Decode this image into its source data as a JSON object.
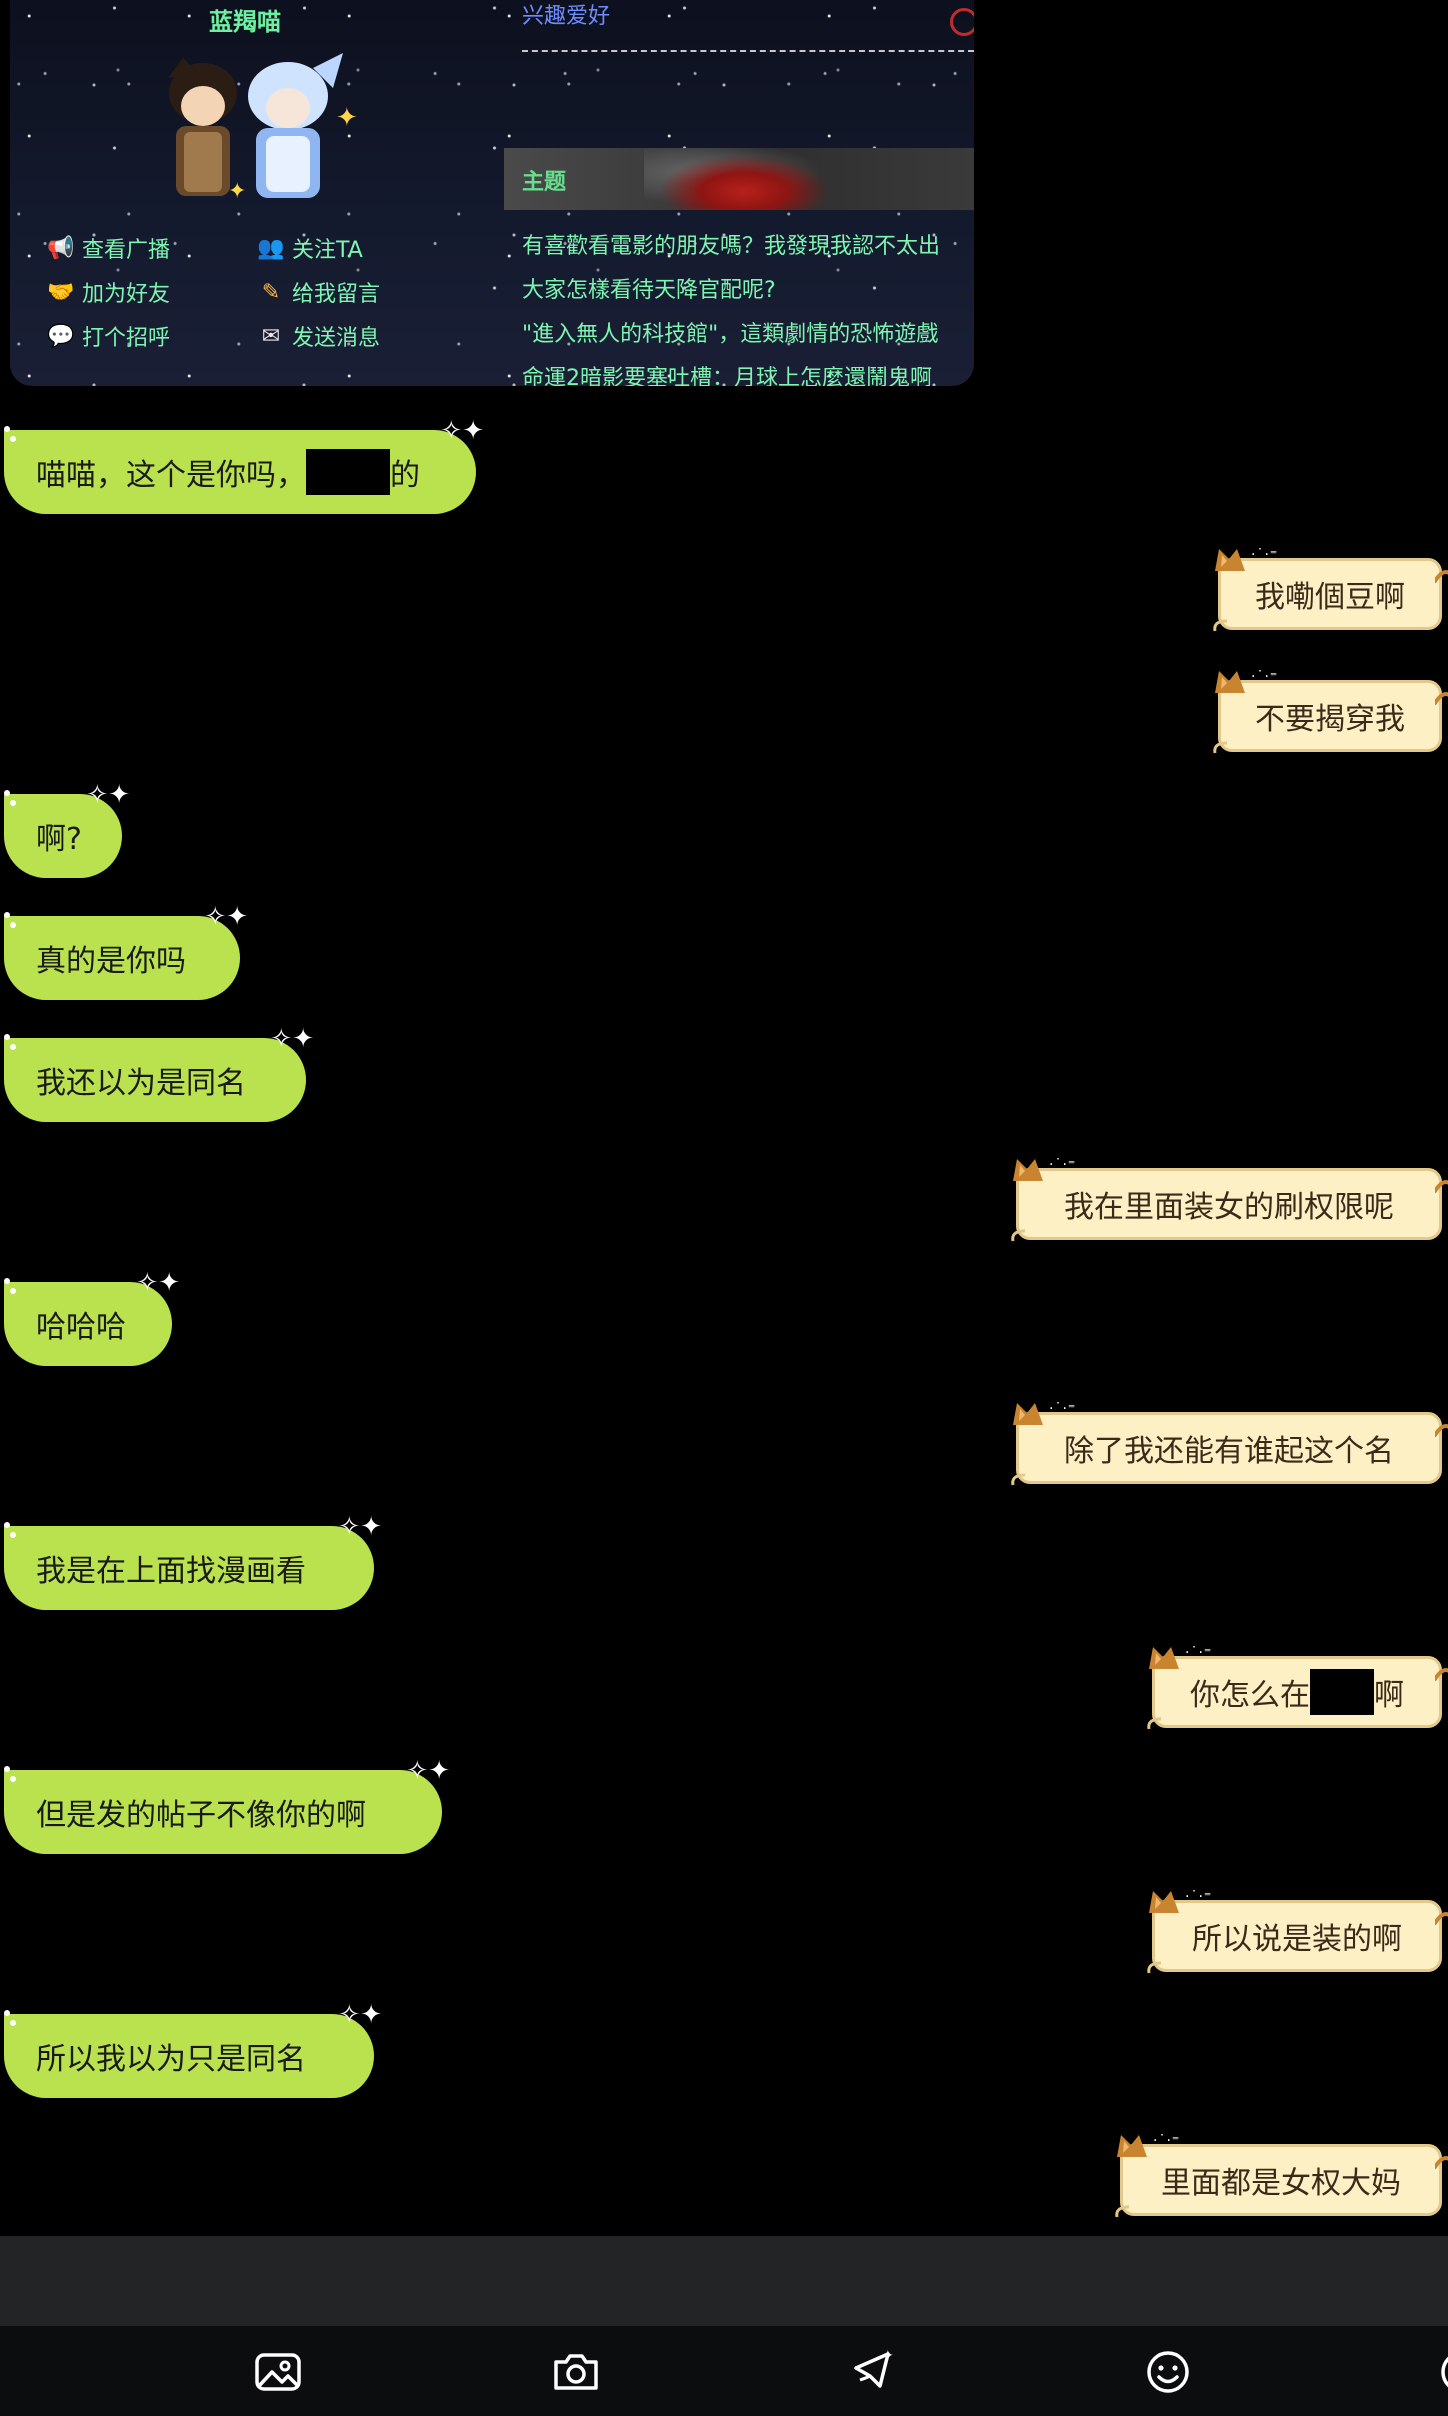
{
  "profile_card": {
    "name": "蓝羯喵",
    "hobby_label": "兴趣爱好",
    "topic_label": "主题",
    "actions": [
      {
        "label": "查看广播",
        "icon": "broadcast-icon"
      },
      {
        "label": "关注TA",
        "icon": "follow-icon"
      },
      {
        "label": "加为好友",
        "icon": "handshake-icon"
      },
      {
        "label": "给我留言",
        "icon": "pen-icon"
      },
      {
        "label": "打个招呼",
        "icon": "greet-icon"
      },
      {
        "label": "发送消息",
        "icon": "mail-icon"
      }
    ],
    "topics": [
      "有喜歡看電影的朋友嗎？我發現我認不太出",
      "大家怎樣看待天降官配呢?",
      "\"進入無人的科技館\"，這類劇情的恐怖遊戲",
      "命運2暗影要塞吐槽：月球上怎麼還鬧鬼啊"
    ]
  },
  "messages": [
    {
      "side": "left",
      "text_before": "喵喵，这个是你吗，",
      "redacted": true,
      "text_after": "的"
    },
    {
      "side": "right",
      "text": "我嘞個豆啊"
    },
    {
      "side": "right",
      "text": "不要揭穿我"
    },
    {
      "side": "left",
      "text": "啊?"
    },
    {
      "side": "left",
      "text": "真的是你吗"
    },
    {
      "side": "left",
      "text": "我还以为是同名"
    },
    {
      "side": "right",
      "text": "我在里面装女的刷权限呢"
    },
    {
      "side": "left",
      "text": "哈哈哈"
    },
    {
      "side": "right",
      "text": "除了我还能有谁起这个名"
    },
    {
      "side": "left",
      "text": "我是在上面找漫画看"
    },
    {
      "side": "right",
      "text_before": "你怎么在",
      "redacted": true,
      "text_after": "啊"
    },
    {
      "side": "left",
      "text": "但是发的帖子不像你的啊"
    },
    {
      "side": "right",
      "text": "所以说是装的啊"
    },
    {
      "side": "left",
      "text": "所以我以为只是同名"
    },
    {
      "side": "right",
      "text": "里面都是女权大妈"
    }
  ],
  "toolbar": {
    "icons": [
      "image-icon",
      "camera-icon",
      "location-icon",
      "emoji-icon"
    ]
  },
  "colors": {
    "left_bubble": "#b9e24e",
    "right_bubble": "#fdf0c4",
    "card_text": "#7ef5b0",
    "background": "#000000"
  }
}
